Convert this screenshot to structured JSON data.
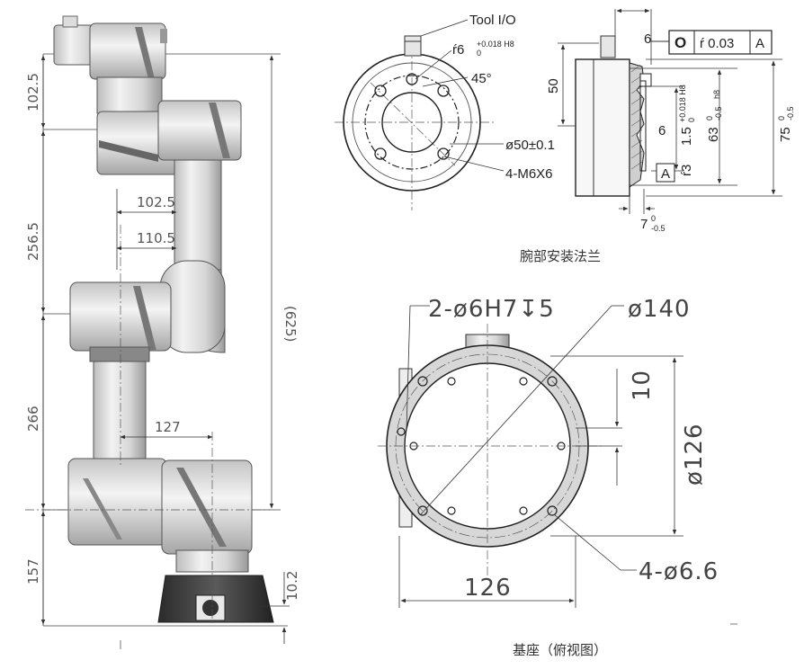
{
  "robot_side": {
    "dims": {
      "d102_5_left": "102.5",
      "d256_5": "256.5",
      "d266": "266",
      "d157": "157",
      "d625": "(625)",
      "d102_5_mid": "102.5",
      "d110_5": "110.5",
      "d127": "127",
      "d10_2": "10.2"
    }
  },
  "flange": {
    "labels": {
      "tool_io": "Tool I/O",
      "hole6": "ŕ6",
      "hole6_tol_top": "+0.018 H8",
      "hole6_tol_bot": "0",
      "angle": "45°",
      "dia50": "ø50±0.1",
      "m6": "4-M6X6",
      "d6_top": "6",
      "flatness_symbol": "O",
      "flatness_value": "ŕ 0.03",
      "datum_a": "A",
      "d50": "50",
      "d6_mid": "6",
      "d63": "63",
      "d63_tol_top": "0",
      "d63_tol_bot": "-0.5",
      "d63_fit": "h8",
      "d1_5": "1.5",
      "d1_5_tol_top": "+0.018 H8",
      "d1_5_tol_bot": "0",
      "d75": "75",
      "d75_tol_top": "0",
      "d75_tol_bot": "-0.5",
      "r3": "ŕ3",
      "datum_a2": "A",
      "d7": "7",
      "d7_tol_top": "0",
      "d7_tol_bot": "-0.5"
    },
    "caption": "腕部安装法兰"
  },
  "base": {
    "labels": {
      "holes_top": "2-ø6H7↧5",
      "dia140": "ø140",
      "d10": "10",
      "dia126": "ø126",
      "d126": "126",
      "holes_bottom": "4-ø6.6"
    },
    "caption": "基座（俯视图）"
  }
}
